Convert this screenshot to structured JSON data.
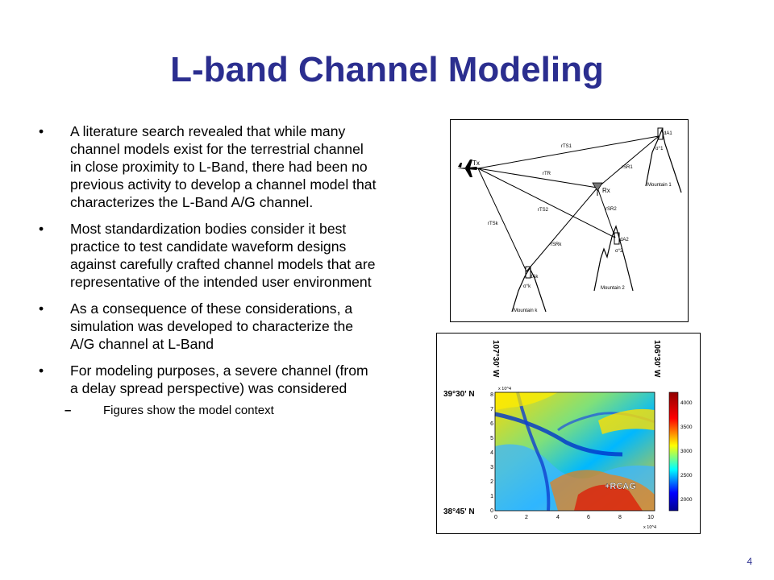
{
  "slide": {
    "title": "L-band Channel Modeling",
    "page_number": "4",
    "bullets": [
      {
        "marker": "•",
        "text": "A literature search revealed that while many channel models exist for the terrestrial channel in close proximity to L-Band, there had been no previous activity to develop a channel model that characterizes the L-Band A/G channel."
      },
      {
        "marker": "•",
        "text": "Most standardization bodies consider it best practice to test candidate waveform designs against carefully crafted channel models that are representative of the intended user environment"
      },
      {
        "marker": "•",
        "text": "As a consequence of these considerations, a simulation was developed to characterize the A/G channel at L-Band"
      },
      {
        "marker": "•",
        "text": "For modeling purposes, a severe channel (from a delay spread perspective) was considered"
      }
    ],
    "sub_bullet": {
      "marker": "–",
      "text": "Figures show the model context"
    }
  },
  "diagram": {
    "tx": "Tx",
    "rx": "Rx",
    "mountain_1": "Mountain 1",
    "mountain_2": "Mountain 2",
    "mountain_k": "Mountain k",
    "r_ts1": "rTS1",
    "r_tr": "rTR",
    "r_ts2": "rTS2",
    "r_tsk": "rTSk",
    "r_sr1": "rSR1",
    "r_sr2": "rSR2",
    "r_srk": "rSRk",
    "da1": "dA1",
    "da2": "dA2",
    "dak": "dAk",
    "sigma1": "σ°1",
    "sigma2": "σ°2",
    "sigmak": "σ°k"
  },
  "terrain_map": {
    "lon_left": "107°30' W",
    "lon_right": "106°30' W",
    "lat_top": "39°30' N",
    "lat_bottom": "38°45' N",
    "marker": "+RCAG",
    "y_exponent": "x 10^4",
    "x_exponent": "x 10^4",
    "y_ticks": [
      "0",
      "1",
      "2",
      "3",
      "4",
      "5",
      "6",
      "7",
      "8"
    ],
    "x_ticks": [
      "0",
      "2",
      "4",
      "6",
      "8",
      "10"
    ],
    "colorbar_ticks": [
      "4000",
      "3500",
      "3000",
      "2500",
      "2000"
    ]
  }
}
